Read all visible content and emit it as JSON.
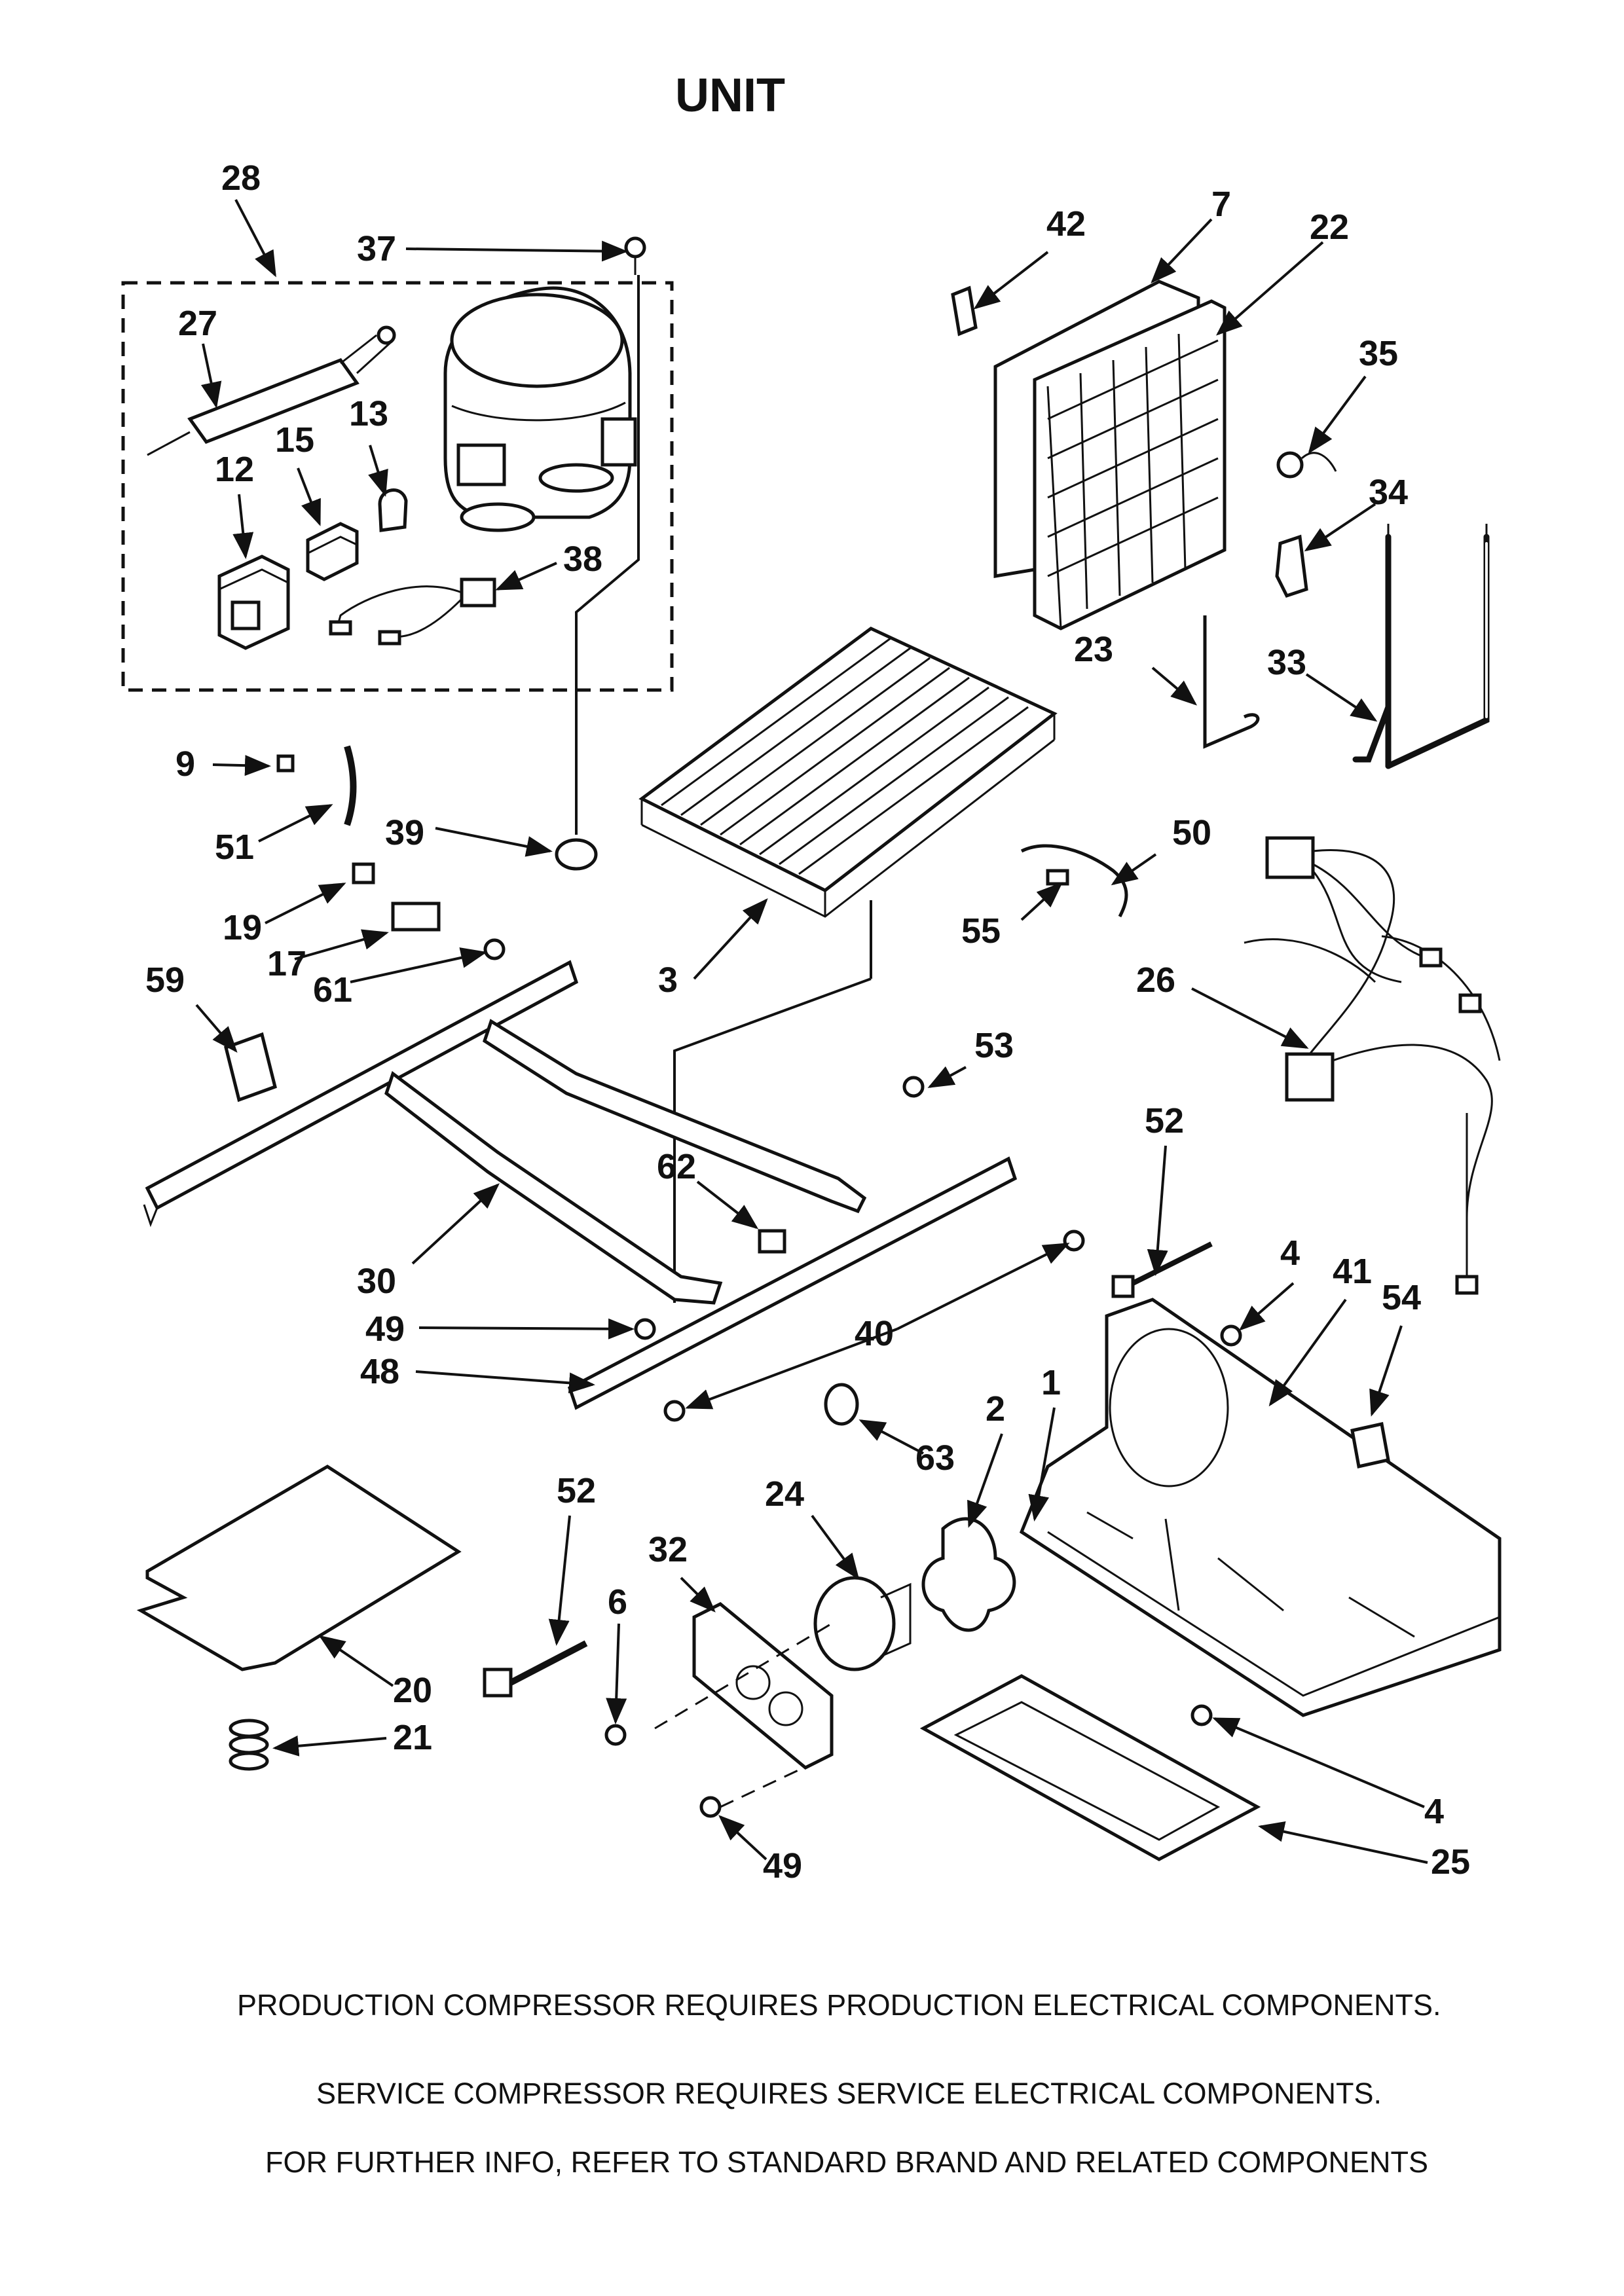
{
  "title": "UNIT",
  "callouts": {
    "c28": "28",
    "c37": "37",
    "c27": "27",
    "c13": "13",
    "c15": "15",
    "c12": "12",
    "c38": "38",
    "c42": "42",
    "c7": "7",
    "c22": "22",
    "c35": "35",
    "c34": "34",
    "c23": "23",
    "c33": "33",
    "c9": "9",
    "c51": "51",
    "c39": "39",
    "c19": "19",
    "c17": "17",
    "c61": "61",
    "c59": "59",
    "c3": "3",
    "c50": "50",
    "c55": "55",
    "c26": "26",
    "c53": "53",
    "c52a": "52",
    "c62": "62",
    "c30": "30",
    "c49a": "49",
    "c40": "40",
    "c48": "48",
    "c4a": "4",
    "c41": "41",
    "c54": "54",
    "c2": "2",
    "c1": "1",
    "c63": "63",
    "c52b": "52",
    "c24": "24",
    "c32": "32",
    "c6": "6",
    "c20": "20",
    "c21": "21",
    "c4b": "4",
    "c25": "25",
    "c49b": "49"
  },
  "notes": [
    "PRODUCTION COMPRESSOR REQUIRES PRODUCTION ELECTRICAL COMPONENTS.",
    "SERVICE COMPRESSOR REQUIRES SERVICE ELECTRICAL COMPONENTS.",
    "FOR FURTHER INFO, REFER TO STANDARD BRAND AND RELATED COMPONENTS"
  ]
}
